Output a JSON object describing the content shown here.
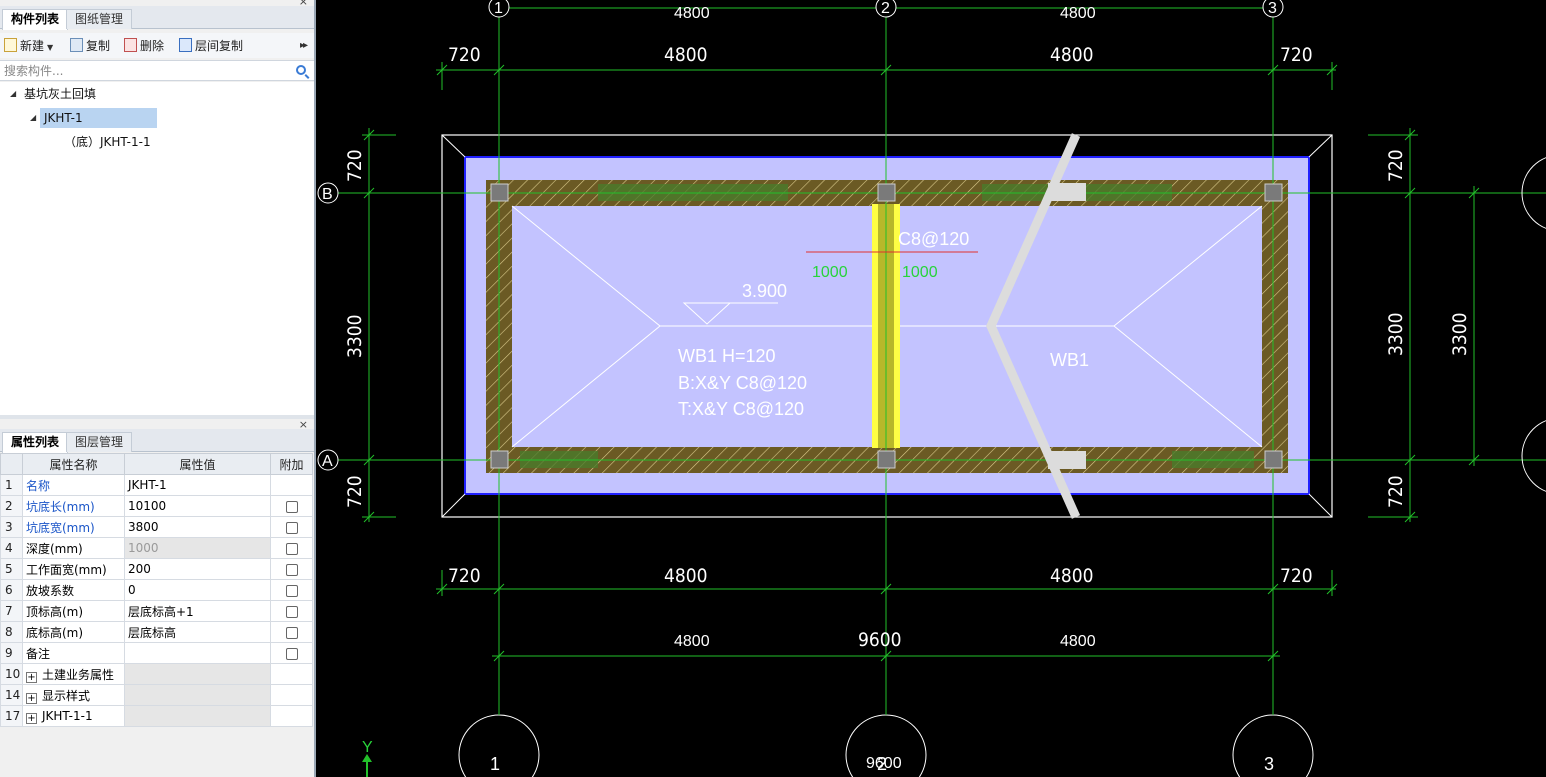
{
  "component_panel": {
    "tabs": [
      {
        "label": "构件列表"
      },
      {
        "label": "图纸管理"
      }
    ],
    "toolbar": {
      "new": "新建",
      "copy": "复制",
      "delete": "删除",
      "floor_copy": "层间复制"
    },
    "search_placeholder": "搜索构件...",
    "tree": {
      "root": "基坑灰土回填",
      "child": "JKHT-1",
      "leaf": "（底）JKHT-1-1"
    }
  },
  "property_panel": {
    "tabs": [
      {
        "label": "属性列表"
      },
      {
        "label": "图层管理"
      }
    ],
    "headers": {
      "name": "属性名称",
      "value": "属性值",
      "extra": "附加"
    },
    "rows": [
      {
        "num": "1",
        "name": "名称",
        "value": "JKHT-1"
      },
      {
        "num": "2",
        "name": "坑底长(mm)",
        "value": "10100"
      },
      {
        "num": "3",
        "name": "坑底宽(mm)",
        "value": "3800"
      },
      {
        "num": "4",
        "name": "深度(mm)",
        "value": "1000"
      },
      {
        "num": "5",
        "name": "工作面宽(mm)",
        "value": "200"
      },
      {
        "num": "6",
        "name": "放坡系数",
        "value": "0"
      },
      {
        "num": "7",
        "name": "顶标高(m)",
        "value": "层底标高+1"
      },
      {
        "num": "8",
        "name": "底标高(m)",
        "value": "层底标高"
      },
      {
        "num": "9",
        "name": "备注",
        "value": ""
      },
      {
        "num": "10",
        "name": "土建业务属性",
        "value": ""
      },
      {
        "num": "14",
        "name": "显示样式",
        "value": ""
      },
      {
        "num": "17",
        "name": "JKHT-1-1",
        "value": ""
      }
    ]
  },
  "drawing": {
    "axes_x": [
      "1",
      "2",
      "3"
    ],
    "axes_y": [
      "B",
      "A"
    ],
    "dims_top_row1": [
      "4800",
      "4800"
    ],
    "dims_top_row2": [
      "720",
      "4800",
      "4800",
      "720"
    ],
    "dims_bottom_row1": [
      "720",
      "4800",
      "4800",
      "720"
    ],
    "dims_bottom_row2": [
      "4800",
      "9600",
      "4800"
    ],
    "dims_left": [
      "720",
      "3300",
      "720"
    ],
    "dims_right": [
      "720",
      "3300",
      "720"
    ],
    "dims_right_far": "3300",
    "bottom_bubble_label": "9600",
    "rebar_label": "C8@120",
    "rebar_left_len": "1000",
    "rebar_right_len": "1000",
    "elevation": "3.900",
    "slab_note": [
      "WB1 H=120",
      "B:X&Y C8@120",
      "T:X&Y C8@120"
    ],
    "slab_right_label": "WB1",
    "ucs_y": "Y",
    "colors": {
      "background": "#000000",
      "pit_fill": "#c3c3ff",
      "beam": "#6b5a24",
      "axis_line": "#22c02a",
      "column_strip": "#ffff44"
    }
  }
}
